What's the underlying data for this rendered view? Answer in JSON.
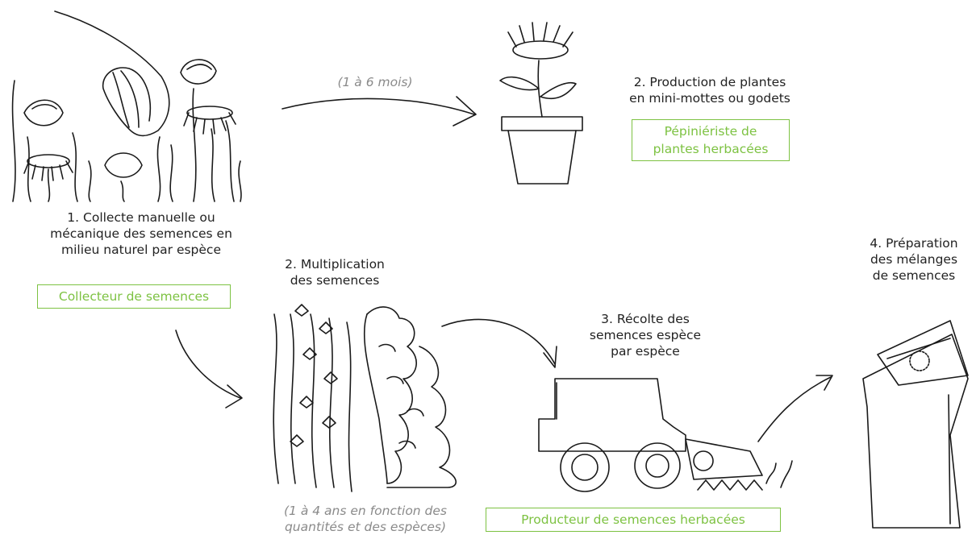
{
  "collect": {
    "label_lines": [
      "1. Collecte manuelle ou",
      "mécanique des semences en",
      "milieu naturel par espèce"
    ],
    "role": "Collecteur de semences"
  },
  "nursery": {
    "duration": "(1 à 6 mois)",
    "label_lines": [
      "2. Production de plantes",
      "en mini-mottes ou godets"
    ],
    "role_lines": [
      "Pépiniériste de",
      "plantes herbacées"
    ]
  },
  "multiplication": {
    "label_lines": [
      "2. Multiplication",
      "des semences"
    ],
    "duration_lines": [
      "(1 à 4 ans en fonction des",
      "quantités et des espèces)"
    ]
  },
  "harvest": {
    "label_lines": [
      "3. Récolte des",
      "semences espèce",
      "par espèce"
    ],
    "role": "Producteur de semences herbacées"
  },
  "mixing": {
    "label_lines": [
      "4. Préparation",
      "des mélanges",
      "de semences"
    ]
  },
  "colors": {
    "accent": "#7dc242",
    "ink": "#1a1a1a",
    "muted": "#8a8a8a"
  }
}
